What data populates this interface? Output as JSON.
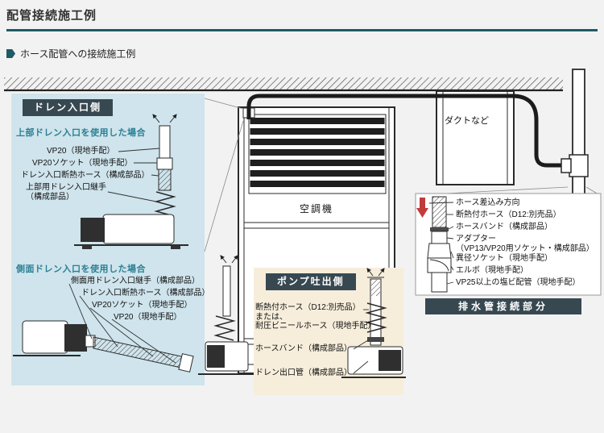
{
  "page": {
    "title": "配管接続施工例",
    "subtitle": "ホース配管への接続施工例"
  },
  "drain_inlet": {
    "label": "ドレン入口側",
    "top_heading": "上部ドレン入口を使用した場合",
    "top_items": [
      "VP20（現地手配）",
      "VP20ソケット（現地手配）",
      "ドレン入口断熱ホース（構成部品）",
      "上部用ドレン入口継手\n（構成部品）"
    ],
    "side_heading": "側面ドレン入口を使用した場合",
    "side_items": [
      "側面用ドレン入口継手（構成部品）",
      "ドレン入口断熱ホース（構成部品）",
      "VP20ソケット（現地手配）",
      "VP20（現地手配）"
    ]
  },
  "unit": {
    "label": "空調機"
  },
  "duct": {
    "label": "ダクトなど"
  },
  "drain_pipe": {
    "label": "排水管接続部分",
    "items": [
      "ホース差込み方向",
      "断熱付ホース（D12:別売品）",
      "ホースバンド（構成部品）",
      "アダプター\n（VP13/VP20用ソケット・構成部品）",
      "異径ソケット（現地手配）",
      "エルボ（現地手配）",
      "VP25以上の塩ビ配管（現地手配）"
    ]
  },
  "pump_outlet": {
    "label": "ポンプ吐出側",
    "items": [
      "断熱付ホース（D12:別売品）\nまたは、\n耐圧ビニールホース（現地手配）",
      "ホースバンド（構成部品）",
      "ドレン出口管（構成部品）"
    ]
  },
  "icons": {
    "section_marker": "teal-tag-pentagon",
    "hose_insertion_arrow": "red-down-arrow"
  },
  "colors": {
    "accent_teal": "#1f5a66",
    "tag_background": "#374850",
    "panel_blue": "#cfe4ec",
    "panel_cream": "#f6eddb",
    "heading_teal": "#2a7f93",
    "arrow_red": "#c23b3b"
  }
}
